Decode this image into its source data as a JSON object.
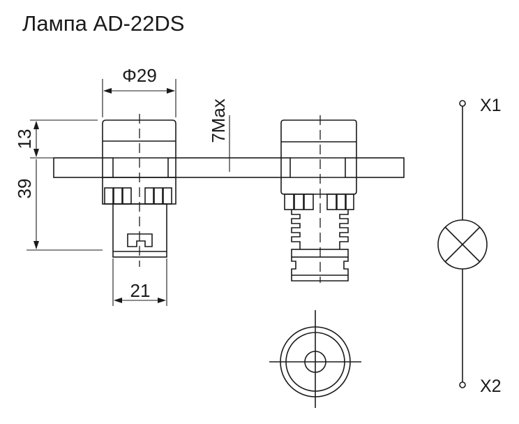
{
  "title": "Лампа AD-22DS",
  "dimensions": {
    "diameter": "Φ29",
    "head_height": "13",
    "body_depth": "39",
    "body_width": "21",
    "panel_thickness": "7Max"
  },
  "schematic": {
    "terminal_1": "X1",
    "terminal_2": "X2"
  }
}
